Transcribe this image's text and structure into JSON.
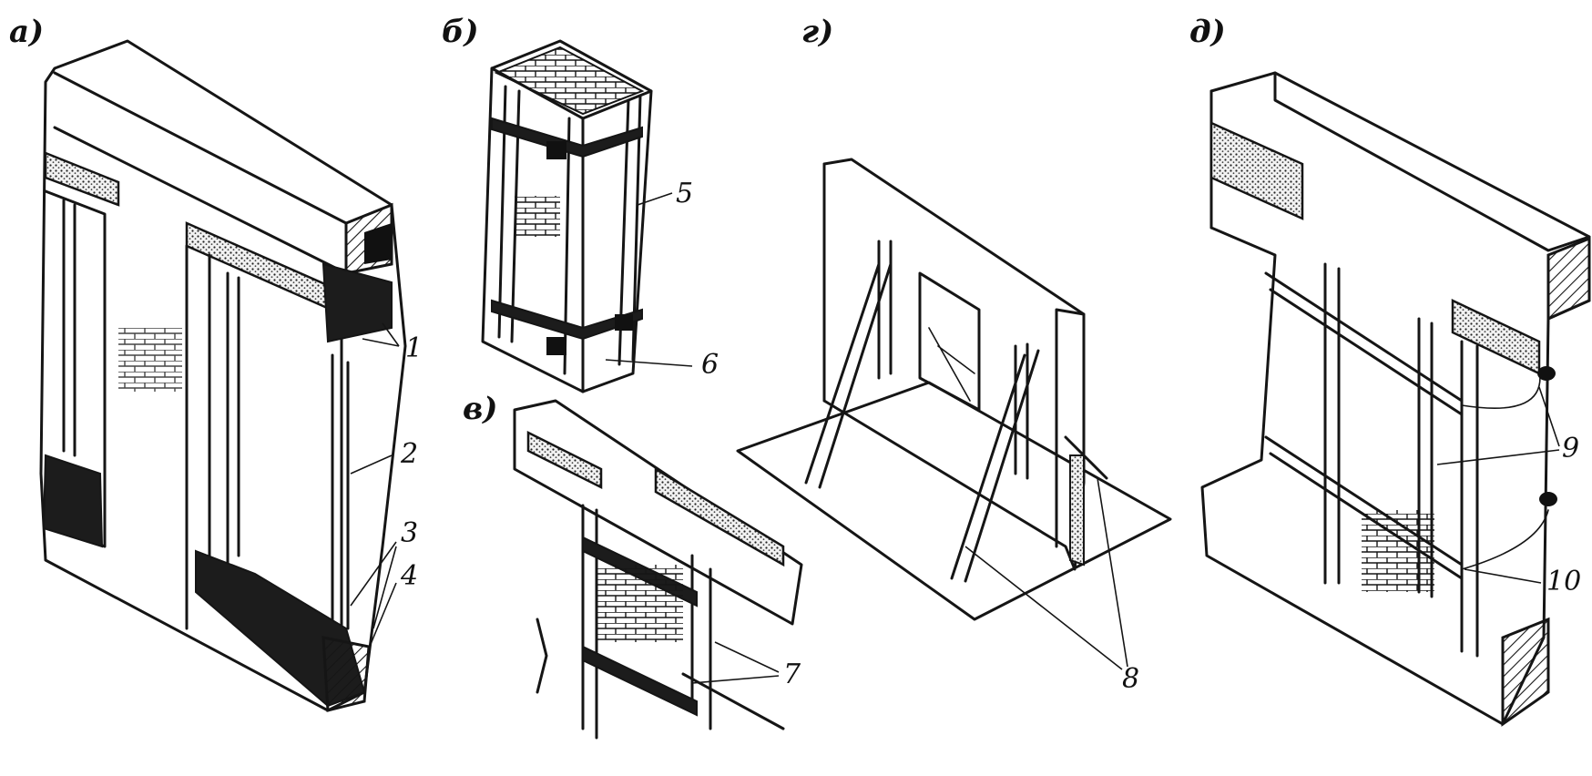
{
  "panels": [
    {
      "id": "a",
      "label": "а)",
      "callouts": [
        "1",
        "2",
        "3",
        "4"
      ]
    },
    {
      "id": "b",
      "label": "б)",
      "callouts": [
        "5",
        "6"
      ]
    },
    {
      "id": "v",
      "label": "в)",
      "callouts": [
        "7"
      ]
    },
    {
      "id": "g",
      "label": "г)",
      "callouts": [
        "8"
      ]
    },
    {
      "id": "d",
      "label": "д)",
      "callouts": [
        "9",
        "10"
      ]
    }
  ],
  "style": {
    "ink": "#151515",
    "background": "#ffffff"
  }
}
